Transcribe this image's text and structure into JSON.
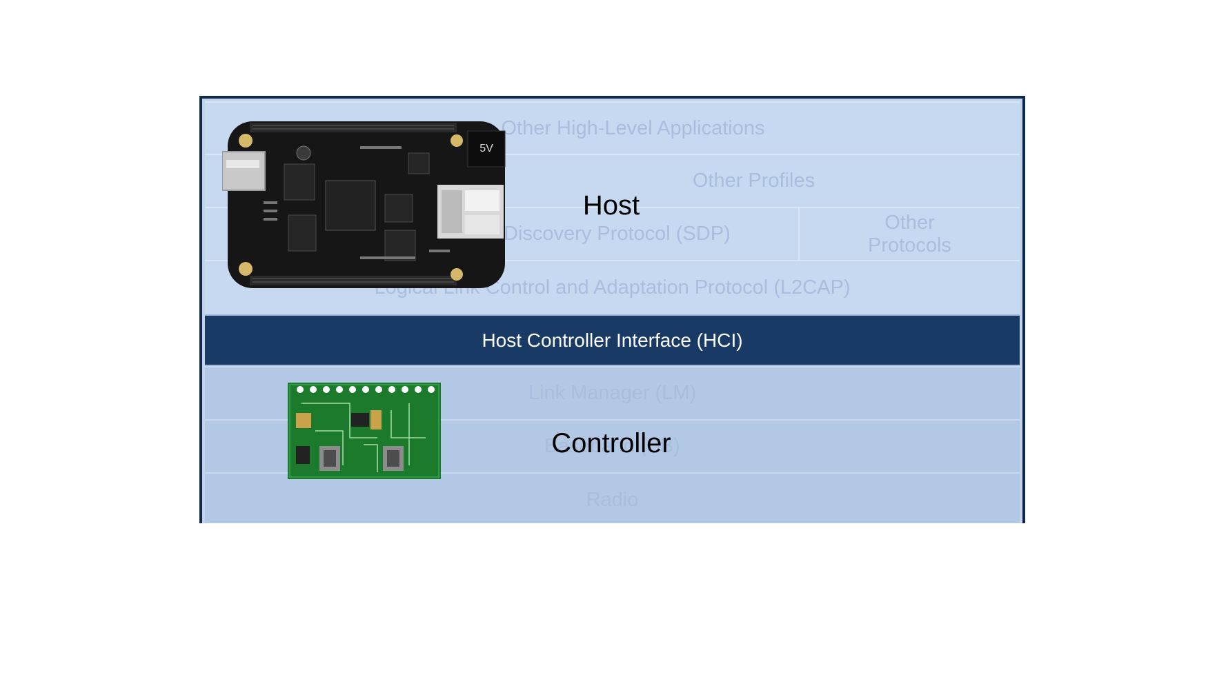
{
  "host": {
    "label": "Host",
    "layers": {
      "applications": "Other High-Level Applications",
      "profiles": "Other Profiles",
      "sdp": "Service Discovery Protocol (SDP)",
      "other_protocols": "Other Protocols",
      "l2cap": "Logical Link Control and Adaptation Protocol (L2CAP)"
    }
  },
  "hci": {
    "label": "Host Controller Interface (HCI)"
  },
  "controller": {
    "label": "Controller",
    "layers": {
      "lm": "Link Manager (LM)",
      "bb": "Baseband (BB)",
      "radio": "Radio"
    }
  },
  "boards": {
    "host_board": {
      "silkscreen_5v": "5V"
    }
  },
  "colors": {
    "frame": "#102a4f",
    "hci": "#1a3a66",
    "host_layer": "#c7d9f1",
    "controller_layer": "#b3c8e4",
    "faded_text": "#a9bede"
  }
}
